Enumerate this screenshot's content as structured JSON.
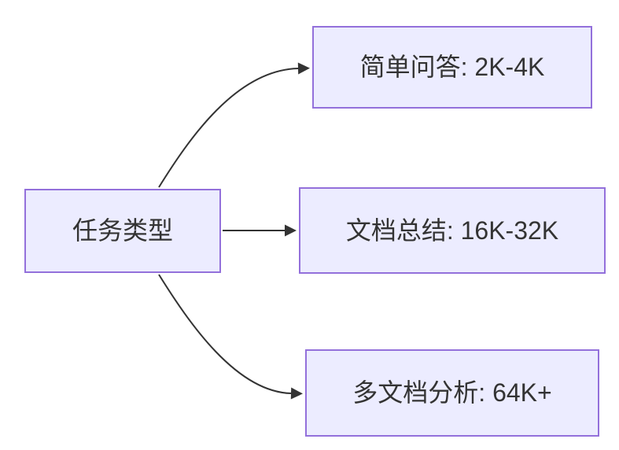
{
  "diagram": {
    "type": "flowchart",
    "direction": "left-to-right",
    "root": {
      "label": "任务类型"
    },
    "branches": [
      {
        "label": "简单问答: 2K-4K"
      },
      {
        "label": "文档总结: 16K-32K"
      },
      {
        "label": "多文档分析: 64K+"
      }
    ],
    "edges": [
      {
        "from": "任务类型",
        "to": "简单问答: 2K-4K"
      },
      {
        "from": "任务类型",
        "to": "文档总结: 16K-32K"
      },
      {
        "from": "任务类型",
        "to": "多文档分析: 64K+"
      }
    ],
    "colors": {
      "node_fill": "#ECECFF",
      "node_border": "#9370DB",
      "edge_stroke": "#333333",
      "text": "#333333",
      "background": "#FFFFFF"
    }
  }
}
